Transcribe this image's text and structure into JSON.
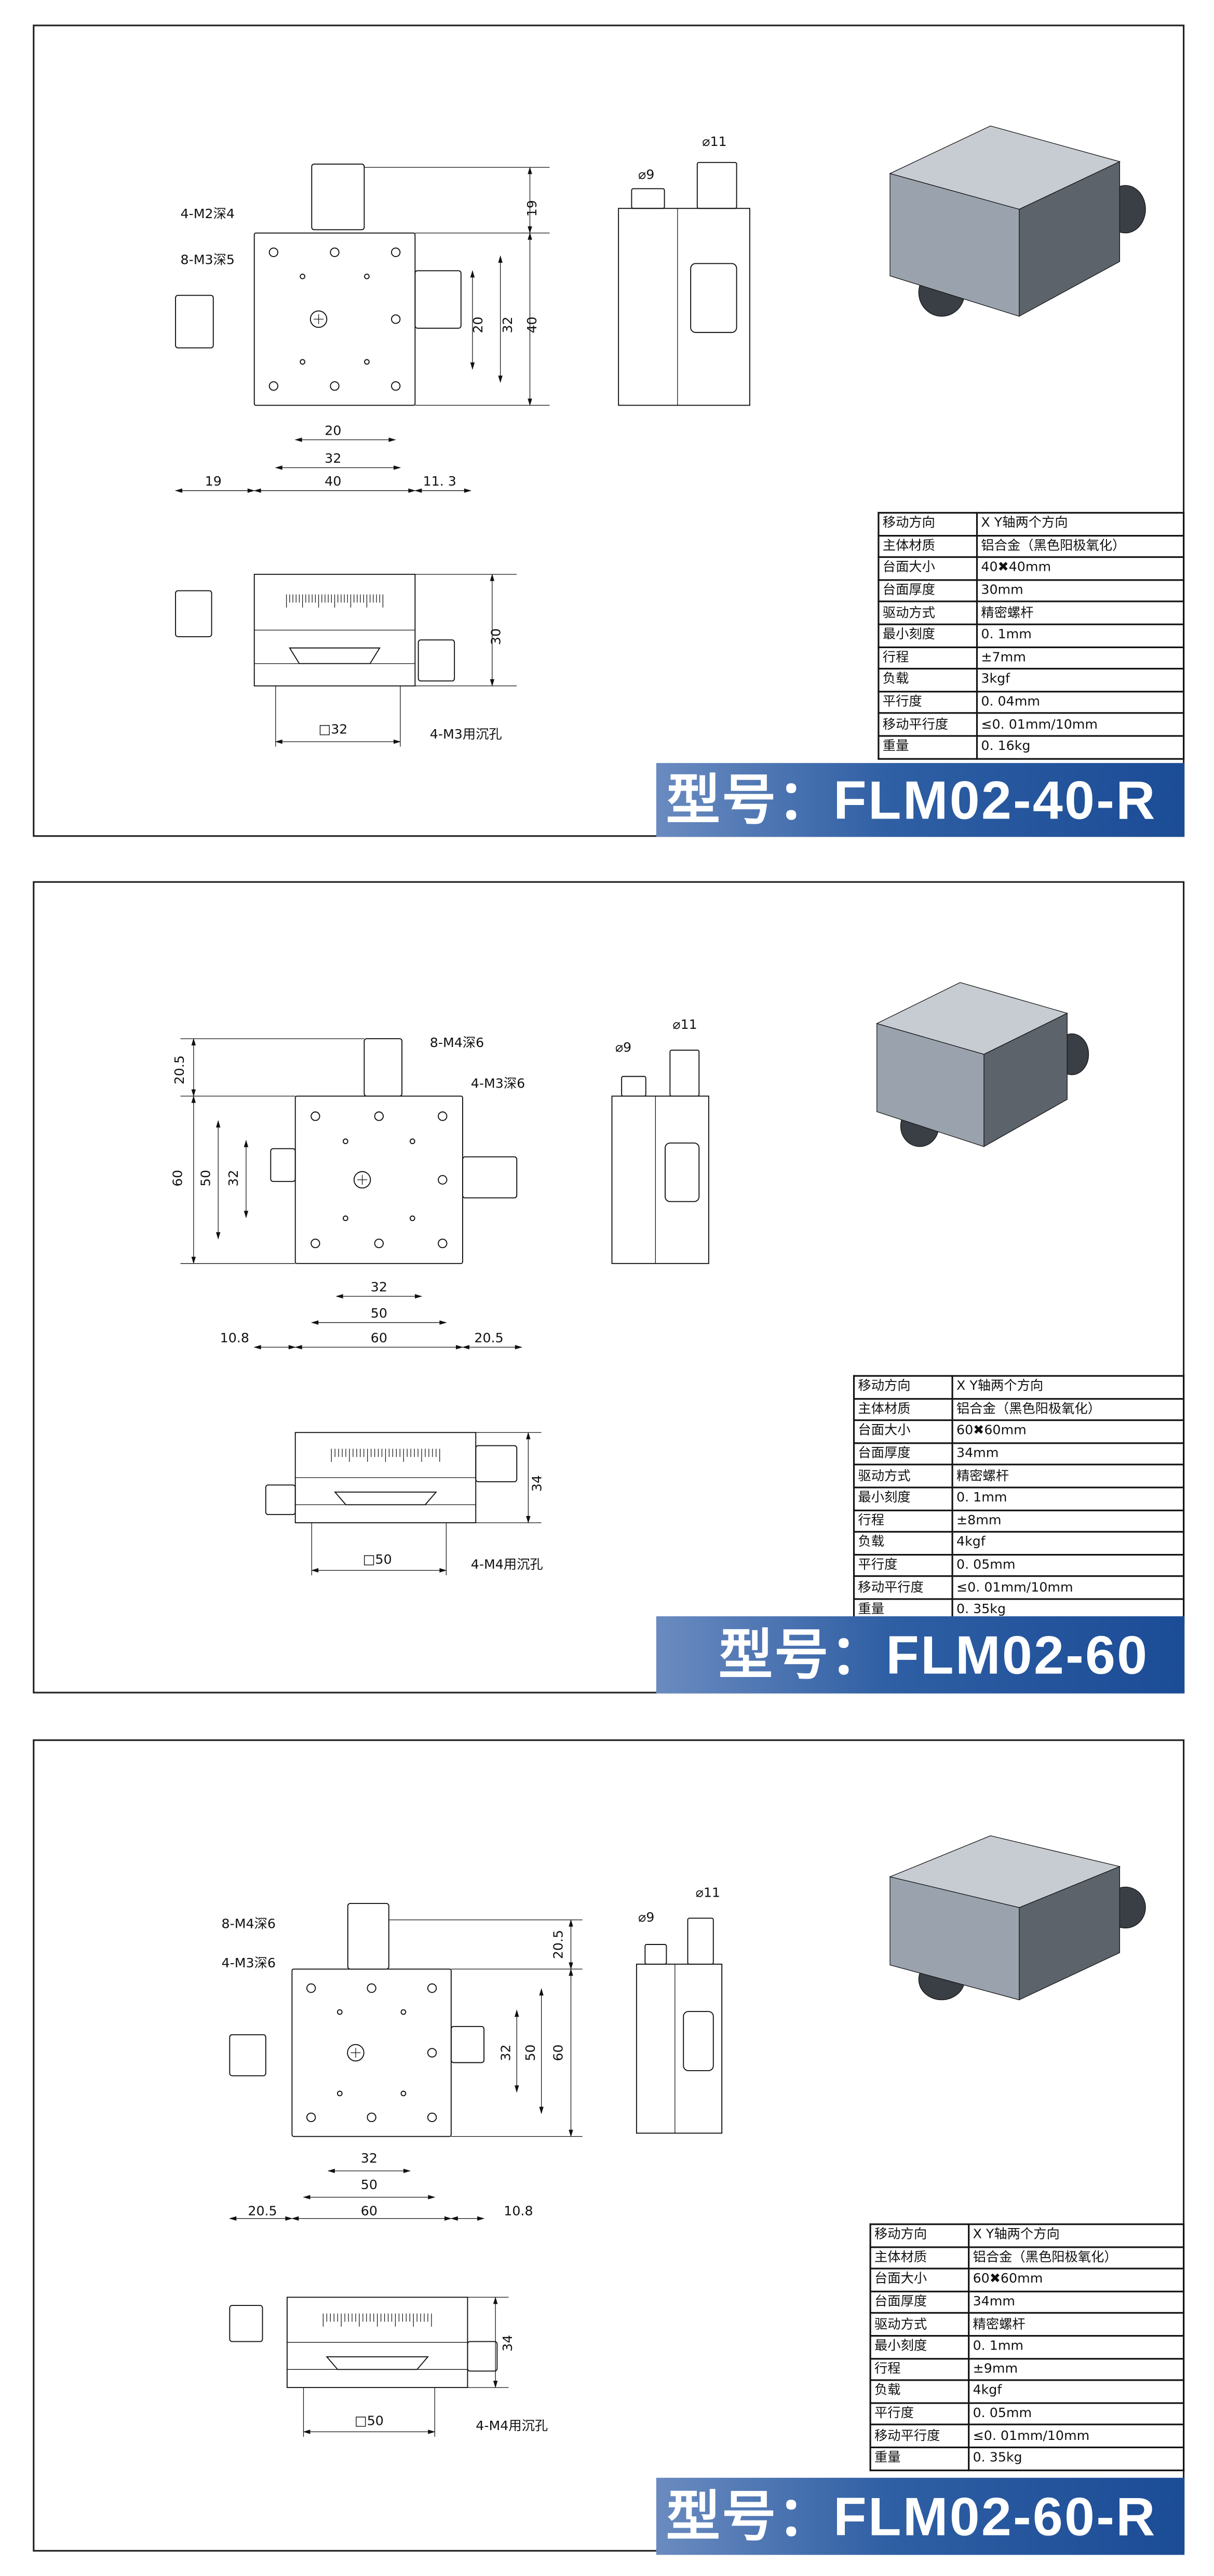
{
  "panels": [
    {
      "model_prefix": "型号：",
      "model": "FLM02-40-R",
      "specs": [
        [
          "移动方向",
          "X  Y轴两个方向"
        ],
        [
          "主体材质",
          "铝合金（黑色阳极氧化）"
        ],
        [
          "台面大小",
          "40✖40mm"
        ],
        [
          "台面厚度",
          "30mm"
        ],
        [
          "驱动方式",
          "精密螺杆"
        ],
        [
          "最小刻度",
          "0. 1mm"
        ],
        [
          "行程",
          "±7mm"
        ],
        [
          "负载",
          "3kgf"
        ],
        [
          "平行度",
          "0. 04mm"
        ],
        [
          "移动平行度",
          "≤0. 01mm/10mm"
        ],
        [
          "重量",
          "0. 16kg"
        ]
      ],
      "callouts": [
        "4-M2深4",
        "8-M3深5",
        "4-M3用沉孔"
      ],
      "dims": {
        "knob_height": "19",
        "height": "40",
        "hole_v_outer": "32",
        "hole_v_inner": "20",
        "hole_h_inner": "20",
        "hole_h_outer": "32",
        "left_offset": "19",
        "width": "40",
        "right_offset": "11. 3",
        "thickness": "30",
        "base": "□32",
        "dia_small": "⌀9",
        "dia_large": "⌀11"
      }
    },
    {
      "model_prefix": "型号：",
      "model": "FLM02-60",
      "specs": [
        [
          "移动方向",
          "X  Y轴两个方向"
        ],
        [
          "主体材质",
          "铝合金（黑色阳极氧化）"
        ],
        [
          "台面大小",
          "60✖60mm"
        ],
        [
          "台面厚度",
          "34mm"
        ],
        [
          "驱动方式",
          "精密螺杆"
        ],
        [
          "最小刻度",
          "0. 1mm"
        ],
        [
          "行程",
          "±8mm"
        ],
        [
          "负载",
          "4kgf"
        ],
        [
          "平行度",
          "0. 05mm"
        ],
        [
          "移动平行度",
          "≤0. 01mm/10mm"
        ],
        [
          "重量",
          "0. 35kg"
        ]
      ],
      "callouts": [
        "8-M4深6",
        "4-M3深6",
        "4-M4用沉孔"
      ],
      "dims": {
        "knob_height": "20.5",
        "height": "60",
        "hole_v_outer": "50",
        "hole_v_inner": "32",
        "hole_h_inner": "32",
        "hole_h_outer": "50",
        "left_offset": "10.8",
        "width": "60",
        "right_offset": "20.5",
        "thickness": "34",
        "base": "□50",
        "dia_small": "⌀9",
        "dia_large": "⌀11"
      }
    },
    {
      "model_prefix": "型号：",
      "model": "FLM02-60-R",
      "specs": [
        [
          "移动方向",
          "X  Y轴两个方向"
        ],
        [
          "主体材质",
          "铝合金（黑色阳极氧化）"
        ],
        [
          "台面大小",
          "60✖60mm"
        ],
        [
          "台面厚度",
          "34mm"
        ],
        [
          "驱动方式",
          "精密螺杆"
        ],
        [
          "最小刻度",
          "0. 1mm"
        ],
        [
          "行程",
          "±9mm"
        ],
        [
          "负载",
          "4kgf"
        ],
        [
          "平行度",
          "0. 05mm"
        ],
        [
          "移动平行度",
          "≤0. 01mm/10mm"
        ],
        [
          "重量",
          "0. 35kg"
        ]
      ],
      "callouts": [
        "8-M4深6",
        "4-M3深6",
        "4-M4用沉孔"
      ],
      "dims": {
        "knob_height": "20.5",
        "height": "60",
        "hole_v_outer": "50",
        "hole_v_inner": "32",
        "hole_h_inner": "32",
        "hole_h_outer": "50",
        "left_offset": "20.5",
        "width": "60",
        "right_offset": "10.8",
        "thickness": "34",
        "base": "□50",
        "dia_small": "⌀9",
        "dia_large": "⌀11"
      }
    }
  ],
  "colors": {
    "banner_start": "#6a8bc0",
    "banner_end": "#1b4c96",
    "line": "#111111"
  }
}
